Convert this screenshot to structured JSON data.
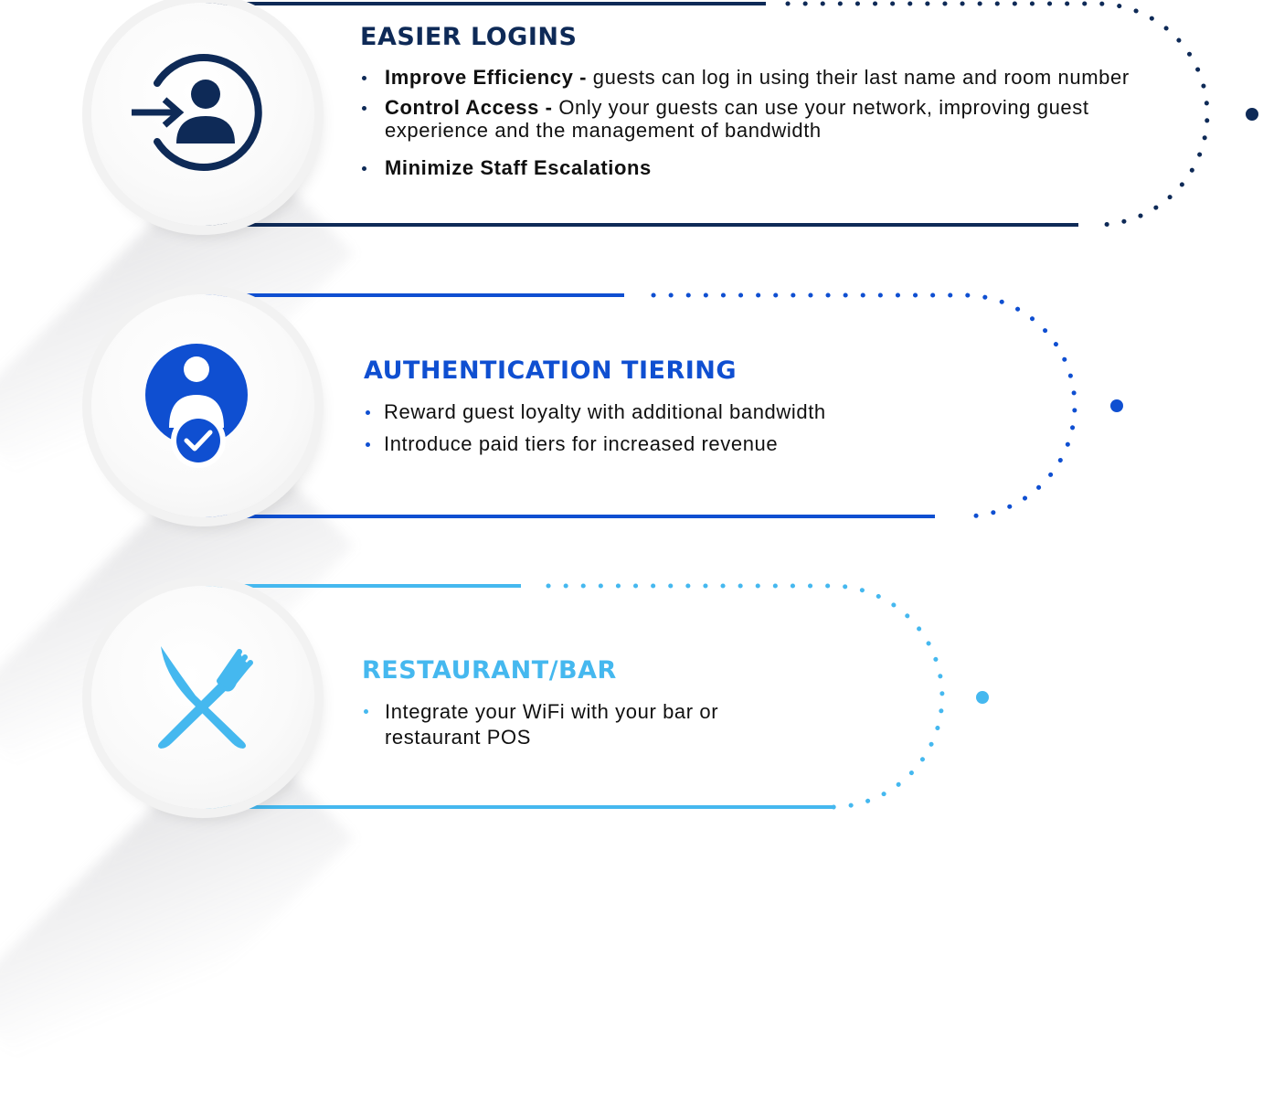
{
  "colors": {
    "navy": "#0e2a57",
    "blue": "#0f4fd1",
    "light_blue": "#45b8ef",
    "circle_bg": "#f7f7f7"
  },
  "sections": [
    {
      "title": "EASIER LOGINS",
      "icon": "user-login-icon",
      "color": "#0e2a57",
      "bullets": [
        {
          "strong": "Improve Efficiency - ",
          "text": "guests can log in using their last name and room number"
        },
        {
          "strong": "Control Access - ",
          "text": "Only your guests can use your network, improving guest experience and the management of bandwidth"
        },
        {
          "strong": "Minimize Staff Escalations",
          "text": ""
        }
      ]
    },
    {
      "title": "AUTHENTICATION TIERING",
      "icon": "verified-user-icon",
      "color": "#0f4fd1",
      "bullets": [
        {
          "text": "Reward guest loyalty with additional bandwidth"
        },
        {
          "text": "Introduce paid tiers for increased revenue"
        }
      ]
    },
    {
      "title": "RESTAURANT/BAR",
      "icon": "fork-knife-icon",
      "color": "#45b8ef",
      "bullets": [
        {
          "text": "Integrate your WiFi with your bar or restaurant POS"
        }
      ]
    }
  ]
}
